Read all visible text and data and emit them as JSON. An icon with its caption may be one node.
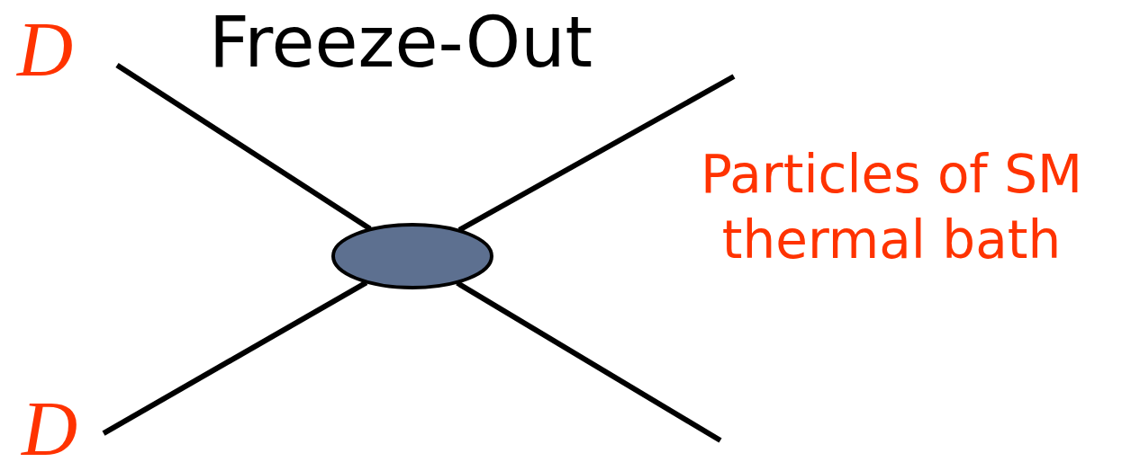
{
  "diagram": {
    "title": "Freeze-Out",
    "nodes": [
      {
        "text": [
          "D"
        ]
      },
      {
        "text": [
          "D"
        ]
      },
      {
        "text": [],
        "shape": "ellipse"
      }
    ],
    "edges": [
      {
        "from": 0,
        "to": 2,
        "arrow": "none"
      },
      {
        "from": 1,
        "to": 2,
        "arrow": "none"
      },
      {
        "from": 2,
        "to": null,
        "arrow": "none"
      },
      {
        "from": 2,
        "to": null,
        "arrow": "none"
      }
    ],
    "labels": [
      "Particles of SM thermal bath"
    ]
  }
}
